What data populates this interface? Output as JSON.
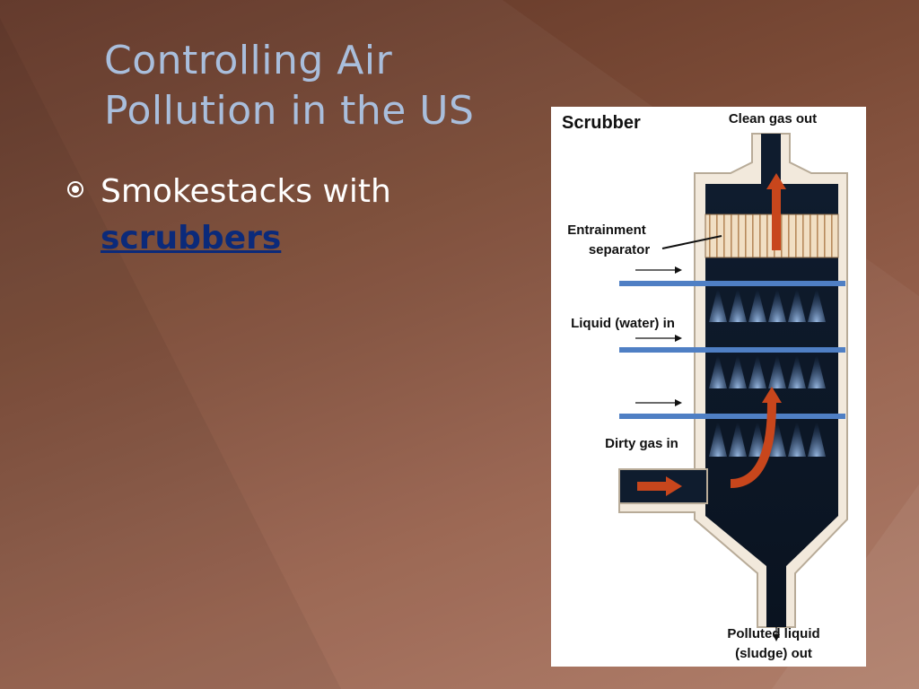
{
  "slide": {
    "title_lines": [
      "Controlling Air",
      "Pollution in the US"
    ],
    "bullet": {
      "text": "Smokestacks with",
      "link_text": "scrubbers"
    }
  },
  "figure": {
    "title": "Scrubber",
    "labels": {
      "clean_gas_out": "Clean gas out",
      "entrainment_1": "Entrainment",
      "entrainment_2": "separator",
      "liquid_in": "Liquid (water) in",
      "dirty_gas_in": "Dirty gas in",
      "polluted_1": "Polluted liquid",
      "polluted_2": "(sludge) out"
    }
  },
  "colors": {
    "title": "#a9bedc",
    "text": "#ffffff",
    "link": "#0b2a7a",
    "arrow": "#c8461c",
    "pipe": "#4f7fc4"
  },
  "icons": {
    "bullet": "circle-dot-bullet-icon"
  }
}
